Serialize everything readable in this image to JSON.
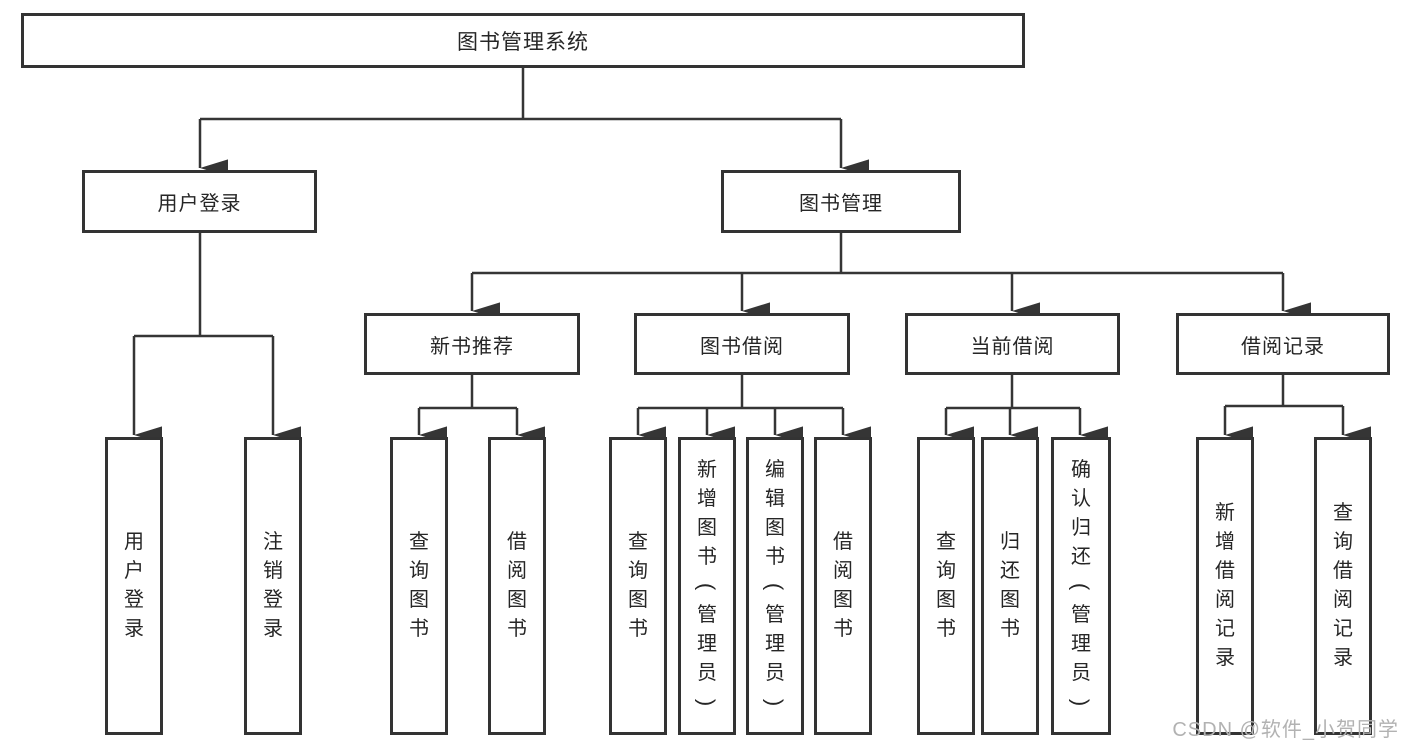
{
  "title": "图书管理系统",
  "colors": {
    "line": "#353535",
    "border": "#333333",
    "text": "#262626",
    "watermark": "#b2b2b2",
    "background": "#ffffff"
  },
  "watermark": {
    "text": "CSDN @软件_小贺同学"
  },
  "tree": {
    "root": {
      "label": "图书管理系统"
    },
    "branches": [
      {
        "label": "用户登录",
        "children": [
          {
            "label": "用户登录"
          },
          {
            "label": "注销登录"
          }
        ]
      },
      {
        "label": "图书管理",
        "children": [
          {
            "label": "新书推荐",
            "children": [
              {
                "label": "查询图书"
              },
              {
                "label": "借阅图书"
              }
            ]
          },
          {
            "label": "图书借阅",
            "children": [
              {
                "label": "查询图书"
              },
              {
                "label": "新增图书（管理员）"
              },
              {
                "label": "编辑图书（管理员）"
              },
              {
                "label": "借阅图书"
              }
            ]
          },
          {
            "label": "当前借阅",
            "children": [
              {
                "label": "查询图书"
              },
              {
                "label": "归还图书"
              },
              {
                "label": "确认归还（管理员）"
              }
            ]
          },
          {
            "label": "借阅记录",
            "children": [
              {
                "label": "新增借阅记录"
              },
              {
                "label": "查询借阅记录"
              }
            ]
          }
        ]
      }
    ]
  }
}
